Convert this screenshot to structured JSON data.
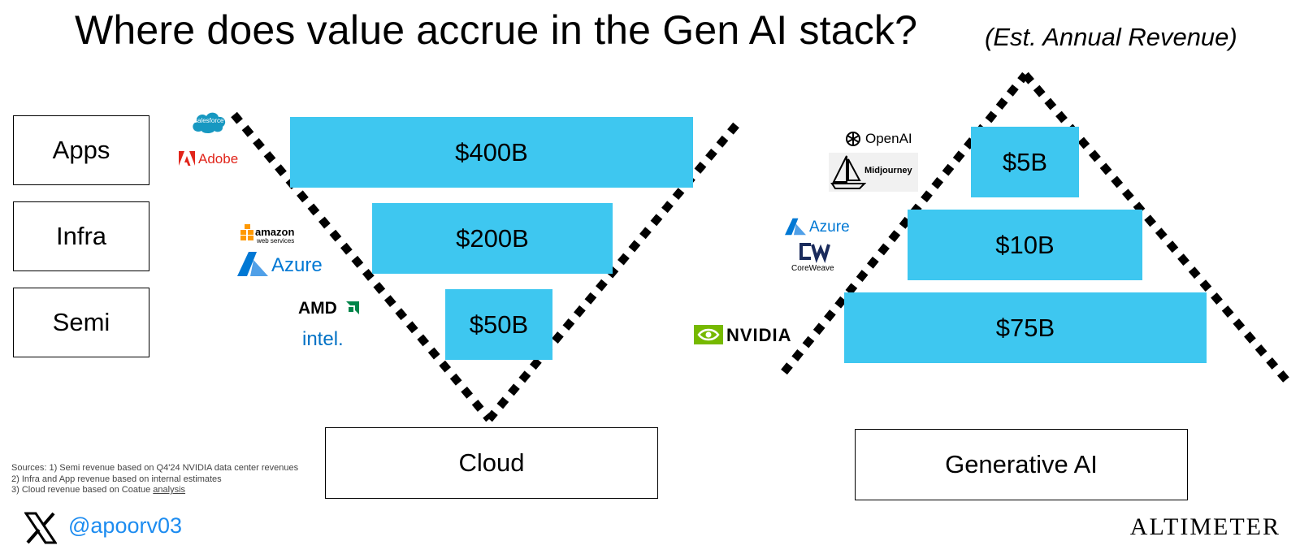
{
  "header": {
    "title": "Where does value accrue in the Gen AI stack?",
    "subtitle": "(Est. Annual Revenue)"
  },
  "layers": [
    "Apps",
    "Infra",
    "Semi"
  ],
  "cloud": {
    "label": "Cloud",
    "bars": [
      {
        "layer": "Apps",
        "value_label": "$400B",
        "value_billions": 400
      },
      {
        "layer": "Infra",
        "value_label": "$200B",
        "value_billions": 200
      },
      {
        "layer": "Semi",
        "value_label": "$50B",
        "value_billions": 50
      }
    ],
    "logos": {
      "apps": [
        "salesforce",
        "Adobe"
      ],
      "infra": [
        "amazon",
        "web services",
        "Azure"
      ],
      "semi": [
        "AMD",
        "intel."
      ]
    }
  },
  "generative_ai": {
    "label": "Generative AI",
    "bars": [
      {
        "layer": "Apps",
        "value_label": "$5B",
        "value_billions": 5
      },
      {
        "layer": "Infra",
        "value_label": "$10B",
        "value_billions": 10
      },
      {
        "layer": "Semi",
        "value_label": "$75B",
        "value_billions": 75
      }
    ],
    "logos": {
      "apps": [
        "OpenAI",
        "Midjourney"
      ],
      "infra": [
        "Azure",
        "CoreWeave"
      ],
      "semi": [
        "NVIDIA"
      ]
    }
  },
  "sources": {
    "line1": "Sources: 1) Semi revenue based on Q4'24 NVIDIA data center revenues",
    "line2": "2) Infra and App revenue based on internal estimates",
    "line3_prefix": "3) Cloud revenue based on Coatue ",
    "line3_link": "analysis"
  },
  "footer": {
    "handle": "@apoorv03",
    "brand": "ALTIMETER"
  },
  "colors": {
    "bar": "#3ec7f0",
    "handle": "#1d8cf0",
    "adobe": "#e1251b",
    "salesforce": "#1798c1",
    "azure": "#0078d4",
    "intel": "#0071c5",
    "nvidia": "#76b900",
    "aws_orange": "#ff9900"
  }
}
